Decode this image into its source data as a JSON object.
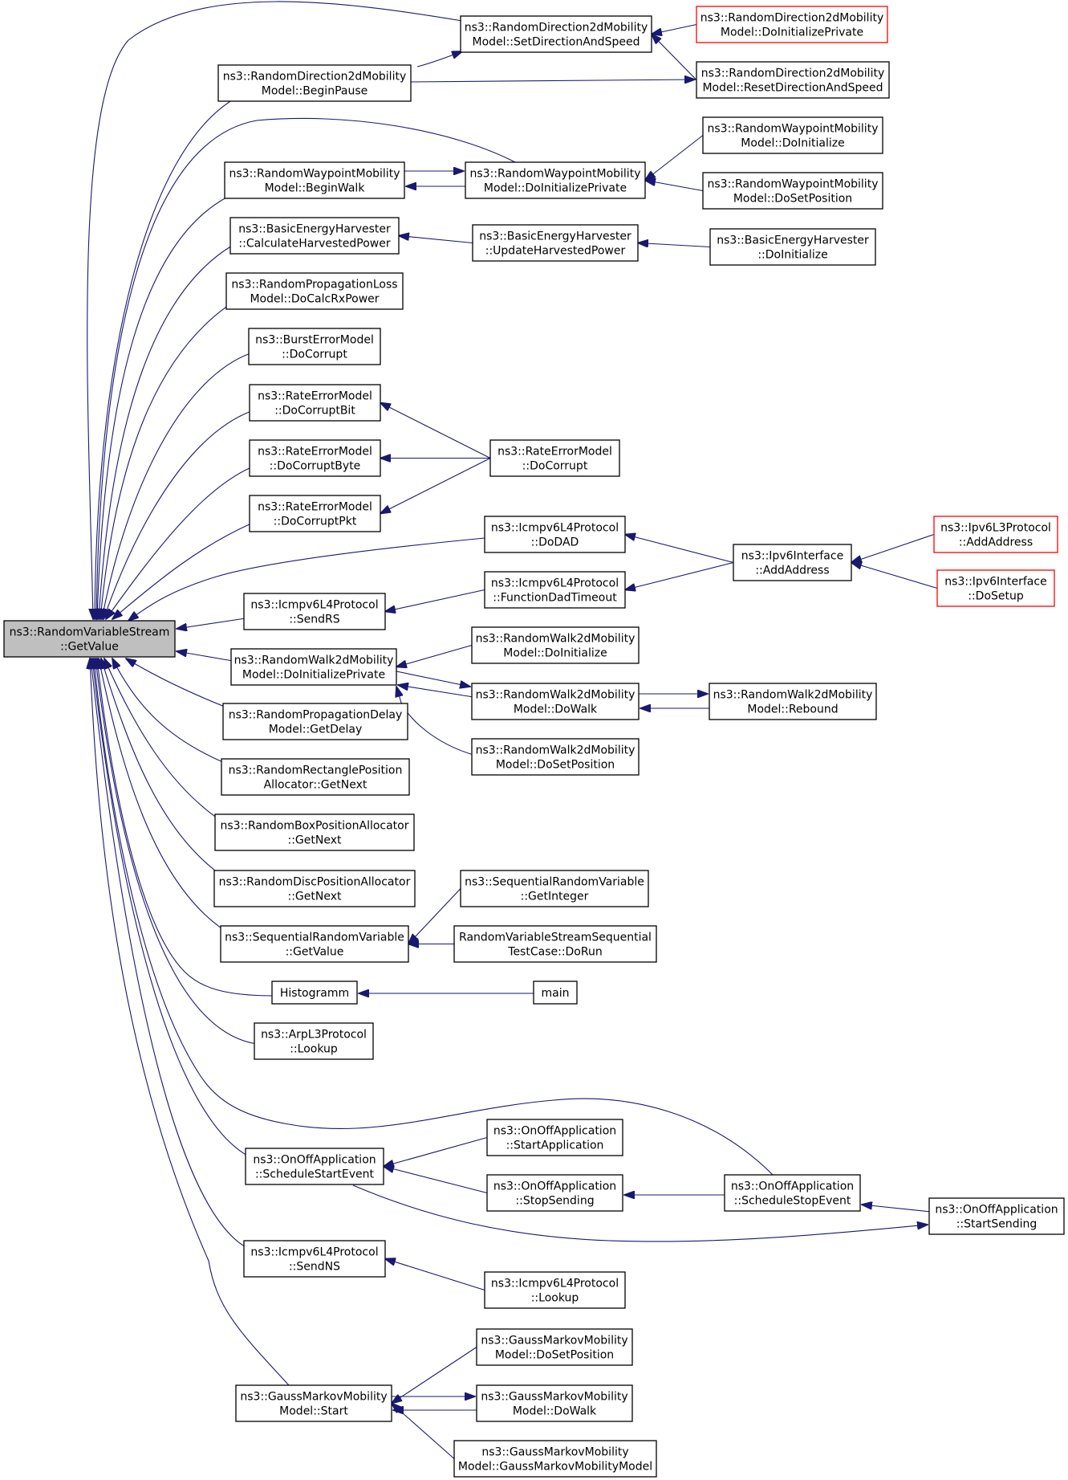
{
  "colors": {
    "edge": "#191970",
    "root_fill": "#bfbfbf",
    "red_border": "#ff0000"
  },
  "nodes": [
    {
      "id": "root",
      "lines": [
        "ns3::RandomVariableStream",
        "::GetValue"
      ],
      "style": "root"
    },
    {
      "id": "rd2_setdir",
      "lines": [
        "ns3::RandomDirection2dMobility",
        "Model::SetDirectionAndSpeed"
      ]
    },
    {
      "id": "rd2_doinitpriv",
      "lines": [
        "ns3::RandomDirection2dMobility",
        "Model::DoInitializePrivate"
      ],
      "style": "red"
    },
    {
      "id": "rd2_beginpause",
      "lines": [
        "ns3::RandomDirection2dMobility",
        "Model::BeginPause"
      ]
    },
    {
      "id": "rd2_resetdir",
      "lines": [
        "ns3::RandomDirection2dMobility",
        "Model::ResetDirectionAndSpeed"
      ]
    },
    {
      "id": "rwp_doinit",
      "lines": [
        "ns3::RandomWaypointMobility",
        "Model::DoInitialize"
      ]
    },
    {
      "id": "rwp_beginwalk",
      "lines": [
        "ns3::RandomWaypointMobility",
        "Model::BeginWalk"
      ]
    },
    {
      "id": "rwp_doinitpriv",
      "lines": [
        "ns3::RandomWaypointMobility",
        "Model::DoInitializePrivate"
      ]
    },
    {
      "id": "rwp_dosetpos",
      "lines": [
        "ns3::RandomWaypointMobility",
        "Model::DoSetPosition"
      ]
    },
    {
      "id": "beh_calc",
      "lines": [
        "ns3::BasicEnergyHarvester",
        "::CalculateHarvestedPower"
      ]
    },
    {
      "id": "beh_update",
      "lines": [
        "ns3::BasicEnergyHarvester",
        "::UpdateHarvestedPower"
      ]
    },
    {
      "id": "beh_doinit",
      "lines": [
        "ns3::BasicEnergyHarvester",
        "::DoInitialize"
      ]
    },
    {
      "id": "rpl_docalc",
      "lines": [
        "ns3::RandomPropagationLoss",
        "Model::DoCalcRxPower"
      ]
    },
    {
      "id": "burst_docorrupt",
      "lines": [
        "ns3::BurstErrorModel",
        "::DoCorrupt"
      ]
    },
    {
      "id": "rem_bit",
      "lines": [
        "ns3::RateErrorModel",
        "::DoCorruptBit"
      ]
    },
    {
      "id": "rem_byte",
      "lines": [
        "ns3::RateErrorModel",
        "::DoCorruptByte"
      ]
    },
    {
      "id": "rem_docorrupt",
      "lines": [
        "ns3::RateErrorModel",
        "::DoCorrupt"
      ]
    },
    {
      "id": "rem_pkt",
      "lines": [
        "ns3::RateErrorModel",
        "::DoCorruptPkt"
      ]
    },
    {
      "id": "icmp_dodad",
      "lines": [
        "ns3::Icmpv6L4Protocol",
        "::DoDAD"
      ]
    },
    {
      "id": "ipv6l3_addaddr",
      "lines": [
        "ns3::Ipv6L3Protocol",
        "::AddAddress"
      ],
      "style": "red"
    },
    {
      "id": "ipv6if_addaddr",
      "lines": [
        "ns3::Ipv6Interface",
        "::AddAddress"
      ]
    },
    {
      "id": "ipv6if_dosetup",
      "lines": [
        "ns3::Ipv6Interface",
        "::DoSetup"
      ],
      "style": "red"
    },
    {
      "id": "icmp_dadtimeout",
      "lines": [
        "ns3::Icmpv6L4Protocol",
        "::FunctionDadTimeout"
      ]
    },
    {
      "id": "icmp_sendrs",
      "lines": [
        "ns3::Icmpv6L4Protocol",
        "::SendRS"
      ]
    },
    {
      "id": "rw2_doinitpriv",
      "lines": [
        "ns3::RandomWalk2dMobility",
        "Model::DoInitializePrivate"
      ]
    },
    {
      "id": "rw2_doinit",
      "lines": [
        "ns3::RandomWalk2dMobility",
        "Model::DoInitialize"
      ]
    },
    {
      "id": "rw2_dowalk",
      "lines": [
        "ns3::RandomWalk2dMobility",
        "Model::DoWalk"
      ]
    },
    {
      "id": "rw2_rebound",
      "lines": [
        "ns3::RandomWalk2dMobility",
        "Model::Rebound"
      ]
    },
    {
      "id": "rw2_dosetpos",
      "lines": [
        "ns3::RandomWalk2dMobility",
        "Model::DoSetPosition"
      ]
    },
    {
      "id": "rpd_getdelay",
      "lines": [
        "ns3::RandomPropagationDelay",
        "Model::GetDelay"
      ]
    },
    {
      "id": "rrpa_getnext",
      "lines": [
        "ns3::RandomRectanglePosition",
        "Allocator::GetNext"
      ]
    },
    {
      "id": "rbpa_getnext",
      "lines": [
        "ns3::RandomBoxPositionAllocator",
        "::GetNext"
      ]
    },
    {
      "id": "rdpa_getnext",
      "lines": [
        "ns3::RandomDiscPositionAllocator",
        "::GetNext"
      ]
    },
    {
      "id": "srv_getinteger",
      "lines": [
        "ns3::SequentialRandomVariable",
        "::GetInteger"
      ]
    },
    {
      "id": "srv_getvalue",
      "lines": [
        "ns3::SequentialRandomVariable",
        "::GetValue"
      ]
    },
    {
      "id": "rvs_seq_dorun",
      "lines": [
        "RandomVariableStreamSequential",
        "TestCase::DoRun"
      ]
    },
    {
      "id": "histogramm",
      "lines": [
        "Histogramm"
      ]
    },
    {
      "id": "main",
      "lines": [
        "main"
      ]
    },
    {
      "id": "arp_lookup",
      "lines": [
        "ns3::ArpL3Protocol",
        "::Lookup"
      ]
    },
    {
      "id": "onoff_startapp",
      "lines": [
        "ns3::OnOffApplication",
        "::StartApplication"
      ]
    },
    {
      "id": "onoff_schedstart",
      "lines": [
        "ns3::OnOffApplication",
        "::ScheduleStartEvent"
      ]
    },
    {
      "id": "onoff_stopsending",
      "lines": [
        "ns3::OnOffApplication",
        "::StopSending"
      ]
    },
    {
      "id": "onoff_schedstop",
      "lines": [
        "ns3::OnOffApplication",
        "::ScheduleStopEvent"
      ]
    },
    {
      "id": "onoff_startsending",
      "lines": [
        "ns3::OnOffApplication",
        "::StartSending"
      ]
    },
    {
      "id": "icmp_sendns",
      "lines": [
        "ns3::Icmpv6L4Protocol",
        "::SendNS"
      ]
    },
    {
      "id": "icmp_lookup",
      "lines": [
        "ns3::Icmpv6L4Protocol",
        "::Lookup"
      ]
    },
    {
      "id": "gm_dosetpos",
      "lines": [
        "ns3::GaussMarkovMobility",
        "Model::DoSetPosition"
      ]
    },
    {
      "id": "gm_start",
      "lines": [
        "ns3::GaussMarkovMobility",
        "Model::Start"
      ]
    },
    {
      "id": "gm_dowalk",
      "lines": [
        "ns3::GaussMarkovMobility",
        "Model::DoWalk"
      ]
    },
    {
      "id": "gm_ctor",
      "lines": [
        "ns3::GaussMarkovMobility",
        "Model::GaussMarkovMobilityModel"
      ]
    }
  ],
  "edges": [
    {
      "from": "rd2_setdir",
      "to": "root"
    },
    {
      "from": "rd2_beginpause",
      "to": "root"
    },
    {
      "from": "rwp_doinitpriv",
      "to": "root"
    },
    {
      "from": "rwp_beginwalk",
      "to": "root"
    },
    {
      "from": "beh_calc",
      "to": "root"
    },
    {
      "from": "rpl_docalc",
      "to": "root"
    },
    {
      "from": "burst_docorrupt",
      "to": "root"
    },
    {
      "from": "rem_bit",
      "to": "root"
    },
    {
      "from": "rem_byte",
      "to": "root"
    },
    {
      "from": "rem_pkt",
      "to": "root"
    },
    {
      "from": "icmp_dodad",
      "to": "root"
    },
    {
      "from": "icmp_sendrs",
      "to": "root"
    },
    {
      "from": "rw2_doinitpriv",
      "to": "root"
    },
    {
      "from": "rpd_getdelay",
      "to": "root"
    },
    {
      "from": "rrpa_getnext",
      "to": "root"
    },
    {
      "from": "rbpa_getnext",
      "to": "root"
    },
    {
      "from": "rdpa_getnext",
      "to": "root"
    },
    {
      "from": "srv_getvalue",
      "to": "root"
    },
    {
      "from": "histogramm",
      "to": "root"
    },
    {
      "from": "arp_lookup",
      "to": "root"
    },
    {
      "from": "onoff_schedstop",
      "to": "root"
    },
    {
      "from": "onoff_schedstart",
      "to": "root"
    },
    {
      "from": "icmp_sendns",
      "to": "root"
    },
    {
      "from": "gm_start",
      "to": "root"
    },
    {
      "from": "rd2_beginpause",
      "to": "rd2_setdir"
    },
    {
      "from": "rd2_doinitpriv",
      "to": "rd2_setdir"
    },
    {
      "from": "rd2_resetdir",
      "to": "rd2_setdir"
    },
    {
      "from": "rd2_beginpause",
      "to": "rd2_resetdir"
    },
    {
      "from": "rwp_doinit",
      "to": "rwp_doinitpriv"
    },
    {
      "from": "rwp_dosetpos",
      "to": "rwp_doinitpriv"
    },
    {
      "from": "rwp_doinitpriv",
      "to": "rwp_beginwalk"
    },
    {
      "from": "rwp_beginwalk",
      "to": "rwp_doinitpriv"
    },
    {
      "from": "beh_update",
      "to": "beh_calc"
    },
    {
      "from": "beh_doinit",
      "to": "beh_update"
    },
    {
      "from": "rem_docorrupt",
      "to": "rem_bit"
    },
    {
      "from": "rem_docorrupt",
      "to": "rem_byte"
    },
    {
      "from": "rem_docorrupt",
      "to": "rem_pkt"
    },
    {
      "from": "ipv6if_addaddr",
      "to": "icmp_dodad"
    },
    {
      "from": "ipv6l3_addaddr",
      "to": "ipv6if_addaddr"
    },
    {
      "from": "ipv6if_dosetup",
      "to": "ipv6if_addaddr"
    },
    {
      "from": "ipv6if_addaddr",
      "to": "icmp_dadtimeout"
    },
    {
      "from": "icmp_dadtimeout",
      "to": "icmp_sendrs"
    },
    {
      "from": "rw2_doinit",
      "to": "rw2_doinitpriv"
    },
    {
      "from": "rw2_dowalk",
      "to": "rw2_doinitpriv"
    },
    {
      "from": "rw2_dosetpos",
      "to": "rw2_doinitpriv"
    },
    {
      "from": "rw2_doinitpriv",
      "to": "rw2_dowalk"
    },
    {
      "from": "rw2_rebound",
      "to": "rw2_dowalk"
    },
    {
      "from": "rw2_dowalk",
      "to": "rw2_rebound"
    },
    {
      "from": "srv_getinteger",
      "to": "srv_getvalue"
    },
    {
      "from": "rvs_seq_dorun",
      "to": "srv_getvalue"
    },
    {
      "from": "main",
      "to": "histogramm"
    },
    {
      "from": "onoff_startapp",
      "to": "onoff_schedstart"
    },
    {
      "from": "onoff_stopsending",
      "to": "onoff_schedstart"
    },
    {
      "from": "onoff_schedstart",
      "to": "onoff_startsending"
    },
    {
      "from": "onoff_schedstop",
      "to": "onoff_stopsending"
    },
    {
      "from": "onoff_startsending",
      "to": "onoff_schedstop"
    },
    {
      "from": "icmp_lookup",
      "to": "icmp_sendns"
    },
    {
      "from": "gm_dosetpos",
      "to": "gm_start"
    },
    {
      "from": "gm_dowalk",
      "to": "gm_start"
    },
    {
      "from": "gm_ctor",
      "to": "gm_start"
    },
    {
      "from": "gm_start",
      "to": "gm_dowalk"
    }
  ]
}
